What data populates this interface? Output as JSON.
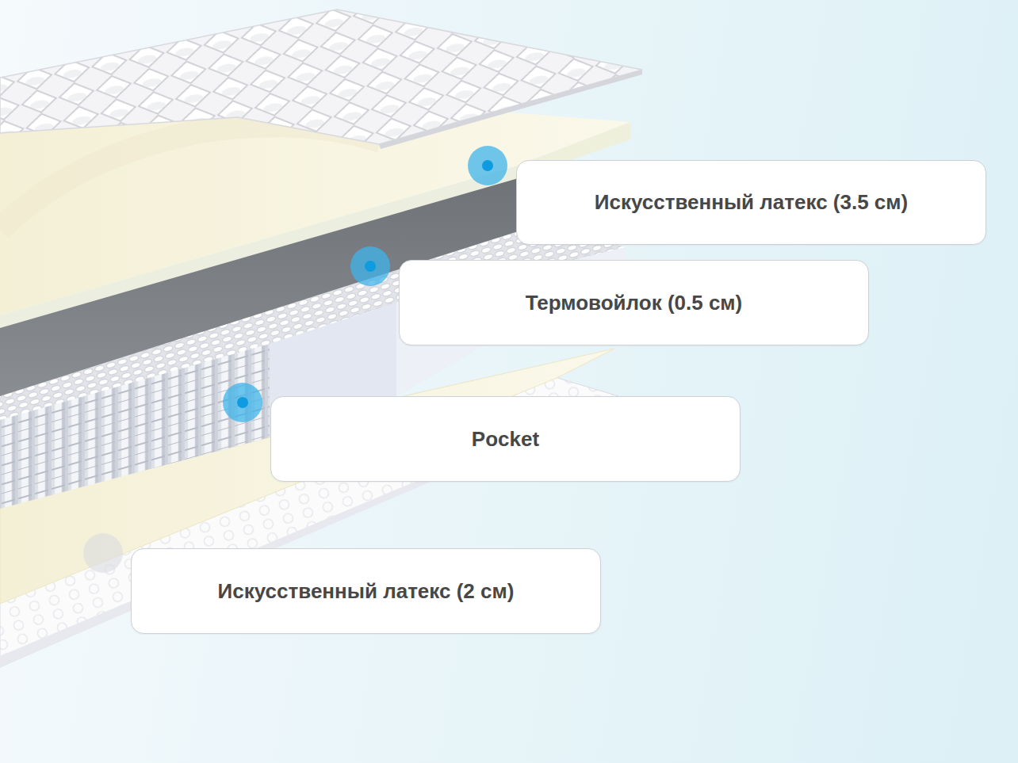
{
  "diagram": {
    "nodes": [
      {
        "text": [
          "Искусственный латекс (3.5 см)"
        ]
      },
      {
        "text": [
          "Термовойлок (0.5 см)"
        ]
      },
      {
        "text": [
          "Pocket"
        ]
      },
      {
        "text": [
          "Искусственный латекс (2 см)"
        ]
      }
    ]
  }
}
